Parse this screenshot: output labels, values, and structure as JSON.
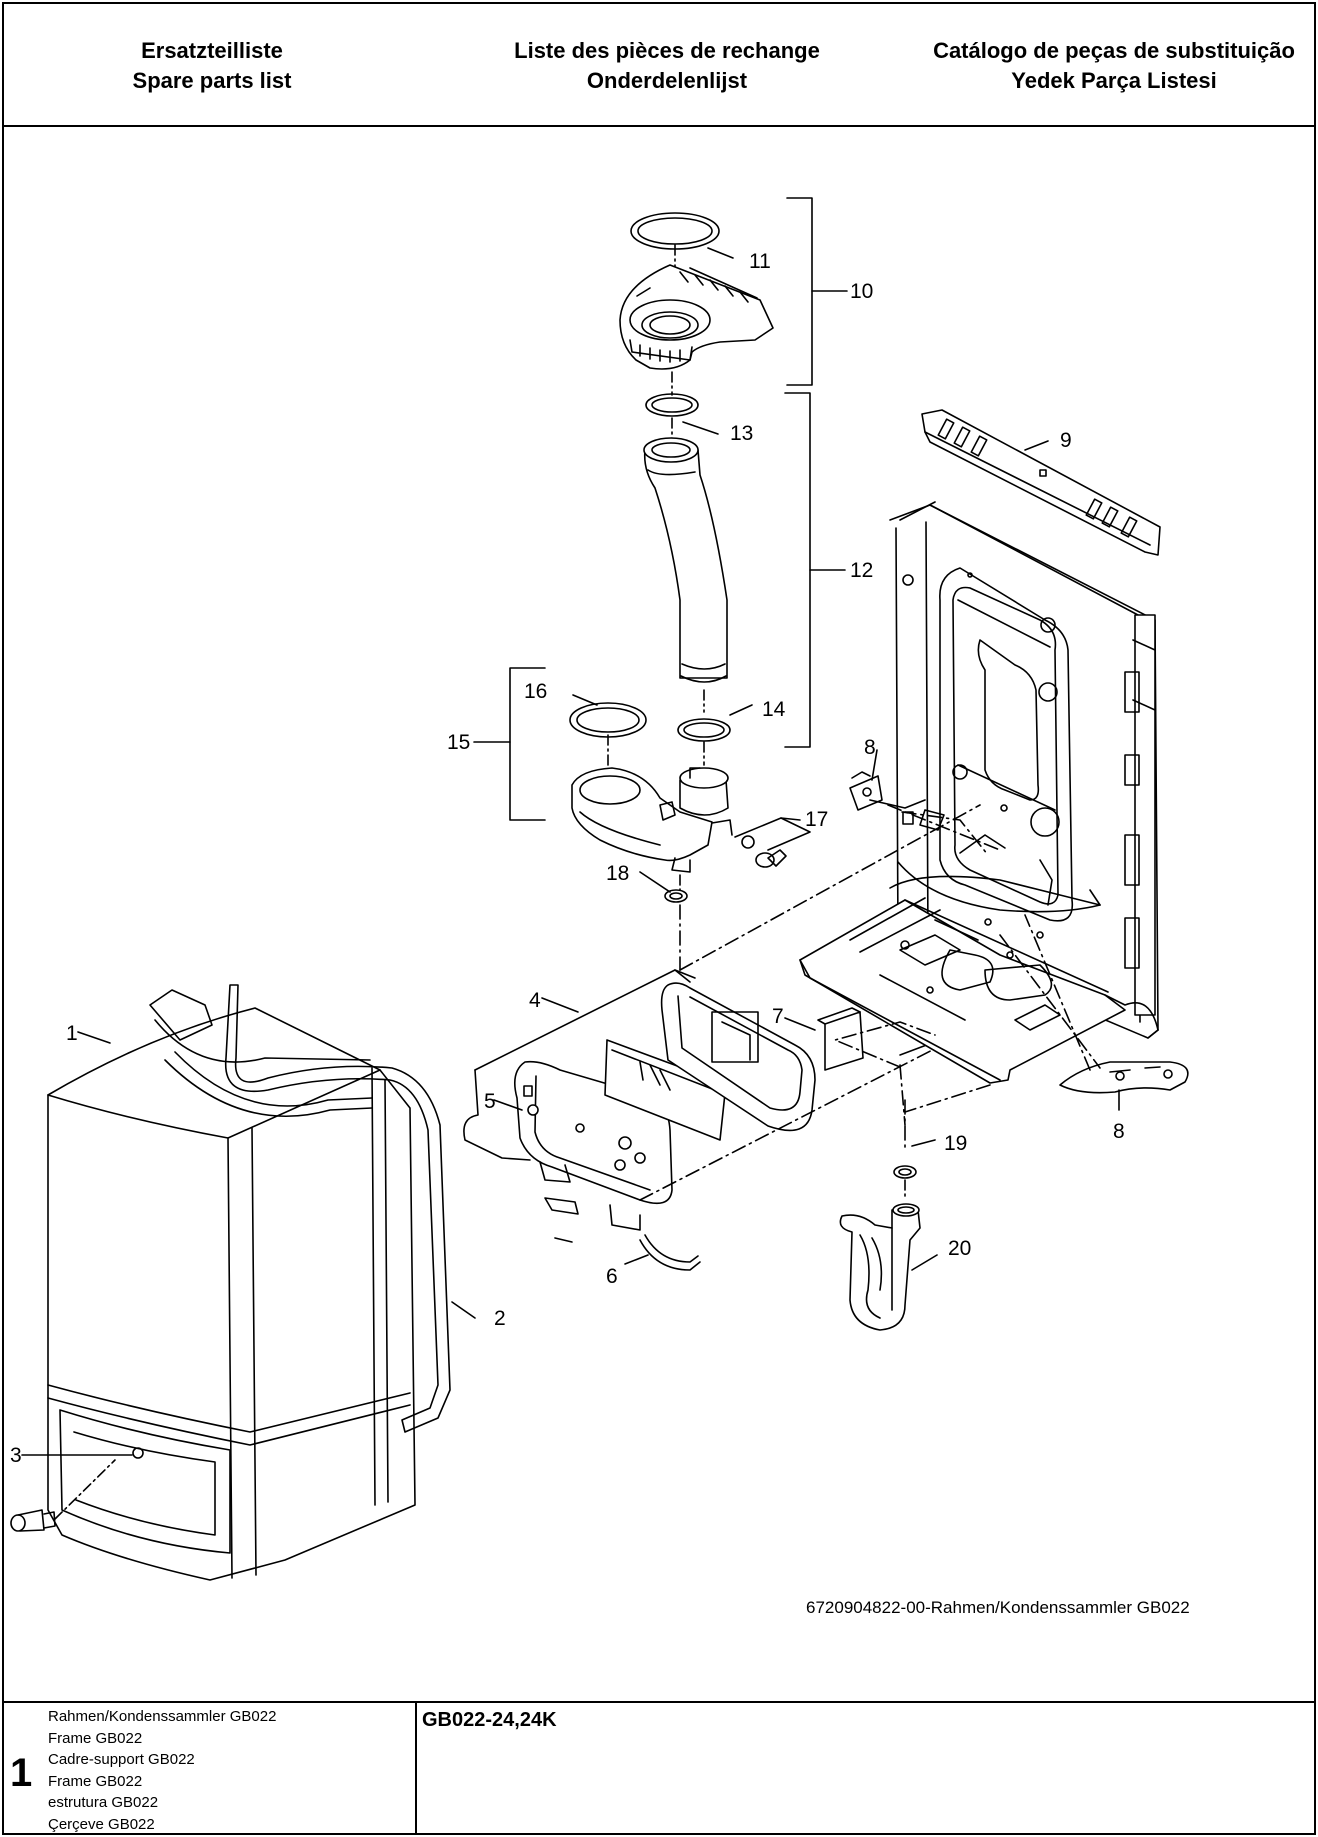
{
  "header": {
    "col1": [
      "Ersatzteilliste",
      "Spare parts list"
    ],
    "col2": [
      "Liste des pièces de rechange",
      "Onderdelenlijst"
    ],
    "col3": [
      "Catálogo de peças de substituição",
      "Yedek Parça Listesi"
    ]
  },
  "diagram": {
    "labels": [
      "1",
      "2",
      "3",
      "4",
      "5",
      "6",
      "7",
      "8",
      "8",
      "9",
      "10",
      "11",
      "12",
      "13",
      "14",
      "15",
      "16",
      "17",
      "18",
      "19",
      "20"
    ],
    "document_id": "6720904822-00-Rahmen/Kondenssammler GB022"
  },
  "footer": {
    "number": "1",
    "titles": [
      "Rahmen/Kondenssammler GB022",
      "Frame GB022",
      "Cadre-support GB022",
      "Frame GB022",
      "estrutura GB022",
      "Çerçeve GB022"
    ],
    "model": "GB022-24,24K"
  }
}
